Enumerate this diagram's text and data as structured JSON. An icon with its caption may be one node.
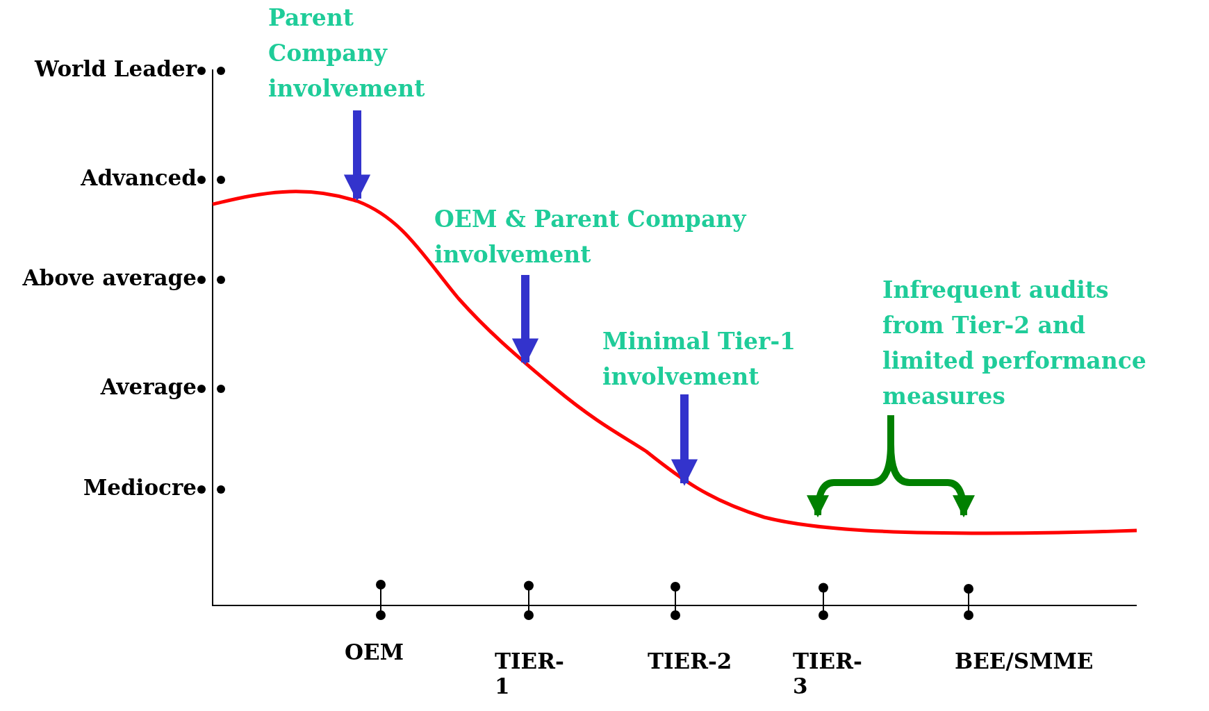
{
  "diagram": {
    "nodes": [
      {
        "text": [
          "Parent Company involvement"
        ]
      },
      {
        "text": [
          "OEM & Parent Company involvement"
        ]
      },
      {
        "text": [
          "Minimal Tier-1 involvement"
        ]
      },
      {
        "text": [
          "Infrequent audits from Tier-2 and limited performance measures"
        ]
      }
    ],
    "edges": [
      {
        "from": 0,
        "to": null,
        "arrow": "to"
      },
      {
        "from": 1,
        "to": null,
        "arrow": "to"
      },
      {
        "from": 2,
        "to": null,
        "arrow": "to"
      },
      {
        "from": 3,
        "to": null,
        "arrow": "to",
        "color": "#008000"
      },
      {
        "from": 3,
        "to": null,
        "arrow": "to",
        "color": "#008000"
      }
    ],
    "labels": [
      "World Leader",
      "Advanced",
      "Above average",
      "Average",
      "Mediocre",
      "OEM",
      "TIER-1",
      "TIER-2",
      "TIER-3",
      "BEE/SMME"
    ]
  }
}
